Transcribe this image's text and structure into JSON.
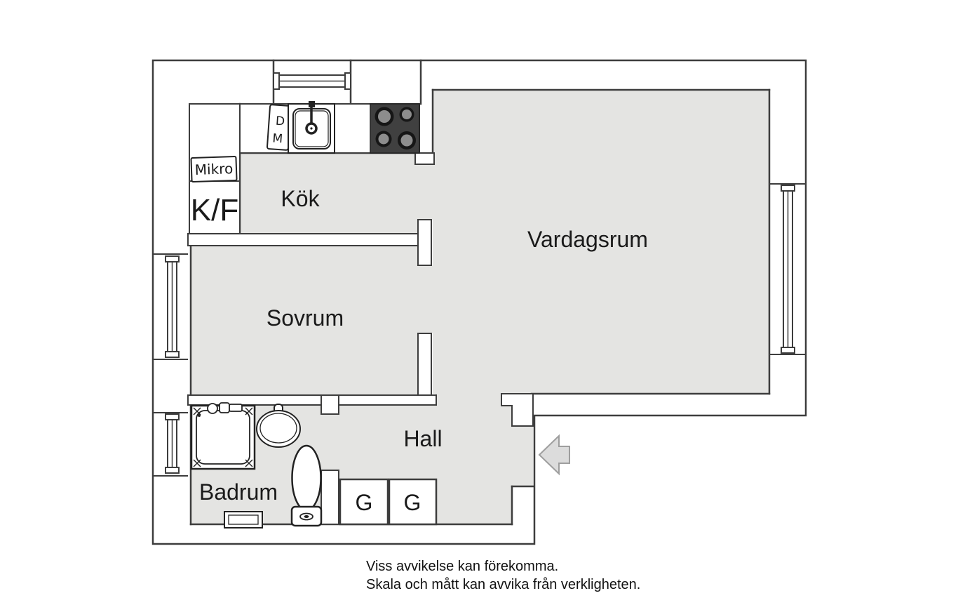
{
  "plan": {
    "rooms": [
      {
        "id": "kok",
        "label": "Kök"
      },
      {
        "id": "vardagsrum",
        "label": "Vardagsrum"
      },
      {
        "id": "sovrum",
        "label": "Sovrum"
      },
      {
        "id": "hall",
        "label": "Hall"
      },
      {
        "id": "badrum",
        "label": "Badrum"
      }
    ],
    "fixtures": {
      "fridge_freezer": "K/F",
      "microwave": "Mikro",
      "dishwasher_letter_top": "D",
      "dishwasher_letter_bottom": "M",
      "wardrobe_left": "G",
      "wardrobe_right": "G"
    },
    "disclaimer": {
      "line1": "Viss avvikelse kan förekomma.",
      "line2": "Skala och mått kan avvika från verkligheten."
    },
    "colors": {
      "floor": "#e4e4e2",
      "wall_line": "#3d3d3d",
      "stove": "#404040",
      "burner_ring": "#161616",
      "burner_center": "#8d8d8d",
      "arrow_fill": "#dcdcdc",
      "arrow_stroke": "#9e9e9e",
      "text": "#1a1a1a"
    }
  }
}
